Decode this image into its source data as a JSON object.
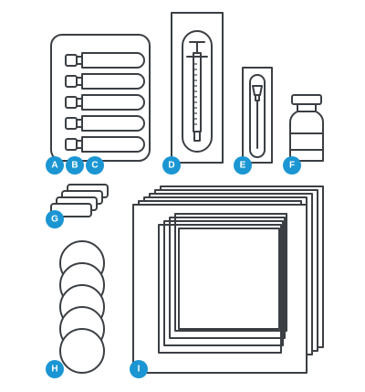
{
  "items": [
    {
      "key": "A",
      "label": "A",
      "name": "item-a",
      "icon": "vial-tray-icon"
    },
    {
      "key": "B",
      "label": "B",
      "name": "item-b",
      "icon": "vial-tray-icon"
    },
    {
      "key": "C",
      "label": "C",
      "name": "item-c",
      "icon": "vial-tray-icon"
    },
    {
      "key": "D",
      "label": "D",
      "name": "item-d",
      "icon": "packaged-syringe-icon"
    },
    {
      "key": "E",
      "label": "E",
      "name": "item-e",
      "icon": "packaged-needle-icon"
    },
    {
      "key": "F",
      "label": "F",
      "name": "item-f",
      "icon": "medicine-vial-icon"
    },
    {
      "key": "G",
      "label": "G",
      "name": "item-g",
      "icon": "stacked-pads-icon"
    },
    {
      "key": "H",
      "label": "H",
      "name": "item-h",
      "icon": "round-pads-icon"
    },
    {
      "key": "I",
      "label": "I",
      "name": "item-i",
      "icon": "square-dressings-icon"
    }
  ],
  "colors": {
    "line": "#3b3f44",
    "badge": "#1b96d3",
    "badge_text": "#ffffff",
    "background": "#ffffff"
  }
}
